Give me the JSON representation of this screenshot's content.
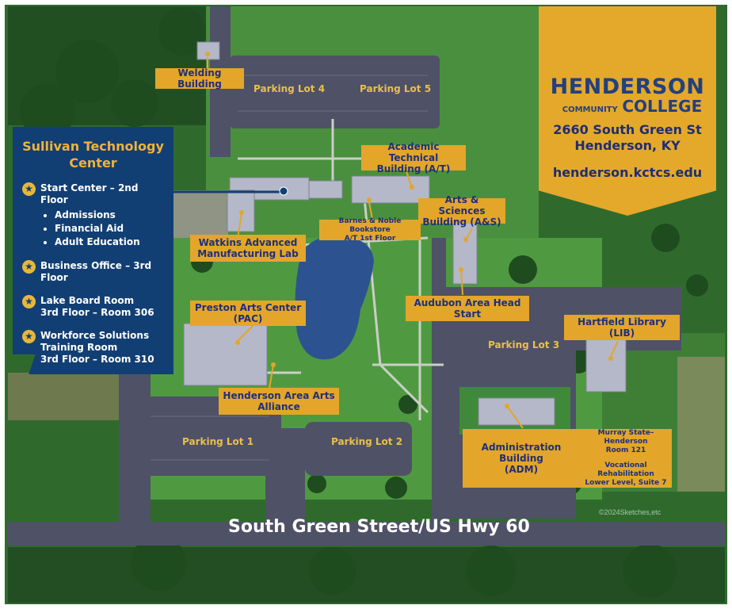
{
  "college": {
    "name_line1": "HENDERSON",
    "name_small": "COMMUNITY",
    "name_line2": "COLLEGE",
    "address_line1": "2660 South Green St",
    "address_line2": "Henderson, KY",
    "website": "henderson.kctcs.edu"
  },
  "sullivan": {
    "title_line1": "Sullivan Technology",
    "title_line2": "Center",
    "items": [
      {
        "label": "Start Center – 2nd Floor",
        "sub": [
          "Admissions",
          "Financial Aid",
          "Adult Education"
        ]
      },
      {
        "label_line1": "Business Office – 3rd Floor"
      },
      {
        "label_line1": "Lake Board Room",
        "label_line2": "3rd Floor – Room 306"
      },
      {
        "label_line1": "Workforce Solutions",
        "label_line2": "Training Room",
        "label_line3": "3rd Floor – Room 310"
      }
    ]
  },
  "buildings": {
    "welding": "Welding Building",
    "academic_technical": [
      "Academic Technical",
      "Building (A/T)"
    ],
    "bookstore": [
      "Barnes & Noble Bookstore",
      "A/T 1st Floor"
    ],
    "arts_sciences": [
      "Arts & Sciences",
      "Building (A&S)"
    ],
    "watkins": [
      "Watkins Advanced",
      "Manufacturing Lab"
    ],
    "preston": [
      "Preston Arts Center",
      "(PAC)"
    ],
    "audubon": "Audubon Area Head Start",
    "hartfield": [
      "Hartfield Library",
      "(LIB)"
    ],
    "arts_alliance": [
      "Henderson Area Arts",
      "Alliance"
    ],
    "administration": [
      "Administration Building",
      "(ADM)"
    ],
    "murray": [
      "Murray State–Henderson",
      "Room 121"
    ],
    "vocational": [
      "Vocational Rehabilitation",
      "Lower Level, Suite 7"
    ]
  },
  "parking": {
    "lot1": "Parking Lot 1",
    "lot2": "Parking Lot 2",
    "lot3": "Parking Lot 3",
    "lot4": "Parking Lot 4",
    "lot5": "Parking Lot 5"
  },
  "street": "South Green Street/US Hwy 60",
  "copyright": "©2024Sketches,etc",
  "colors": {
    "label_bg": "#e3a62a",
    "label_text": "#1f2f7a",
    "panel_blue": "#123f73",
    "grass": "#3f8a3a",
    "road": "#4f5166",
    "water": "#2c5390",
    "building": "#b5b8c8"
  }
}
